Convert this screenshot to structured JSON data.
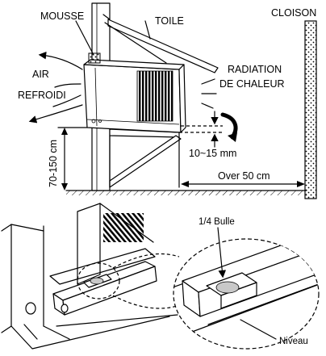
{
  "labels": {
    "mousse": "MOUSSE",
    "toile": "TOILE",
    "cloison": "CLOISON",
    "air": "AIR",
    "refroidi": "REFROIDI",
    "radiation_line1": "RADIATION",
    "radiation_line2": "DE CHALEUR",
    "height_range": "70-150 cm",
    "tilt_range": "10~15 mm",
    "clearance": "Over 50 cm",
    "bulle": "1/4 Bulle",
    "niveau": "Niveau"
  }
}
